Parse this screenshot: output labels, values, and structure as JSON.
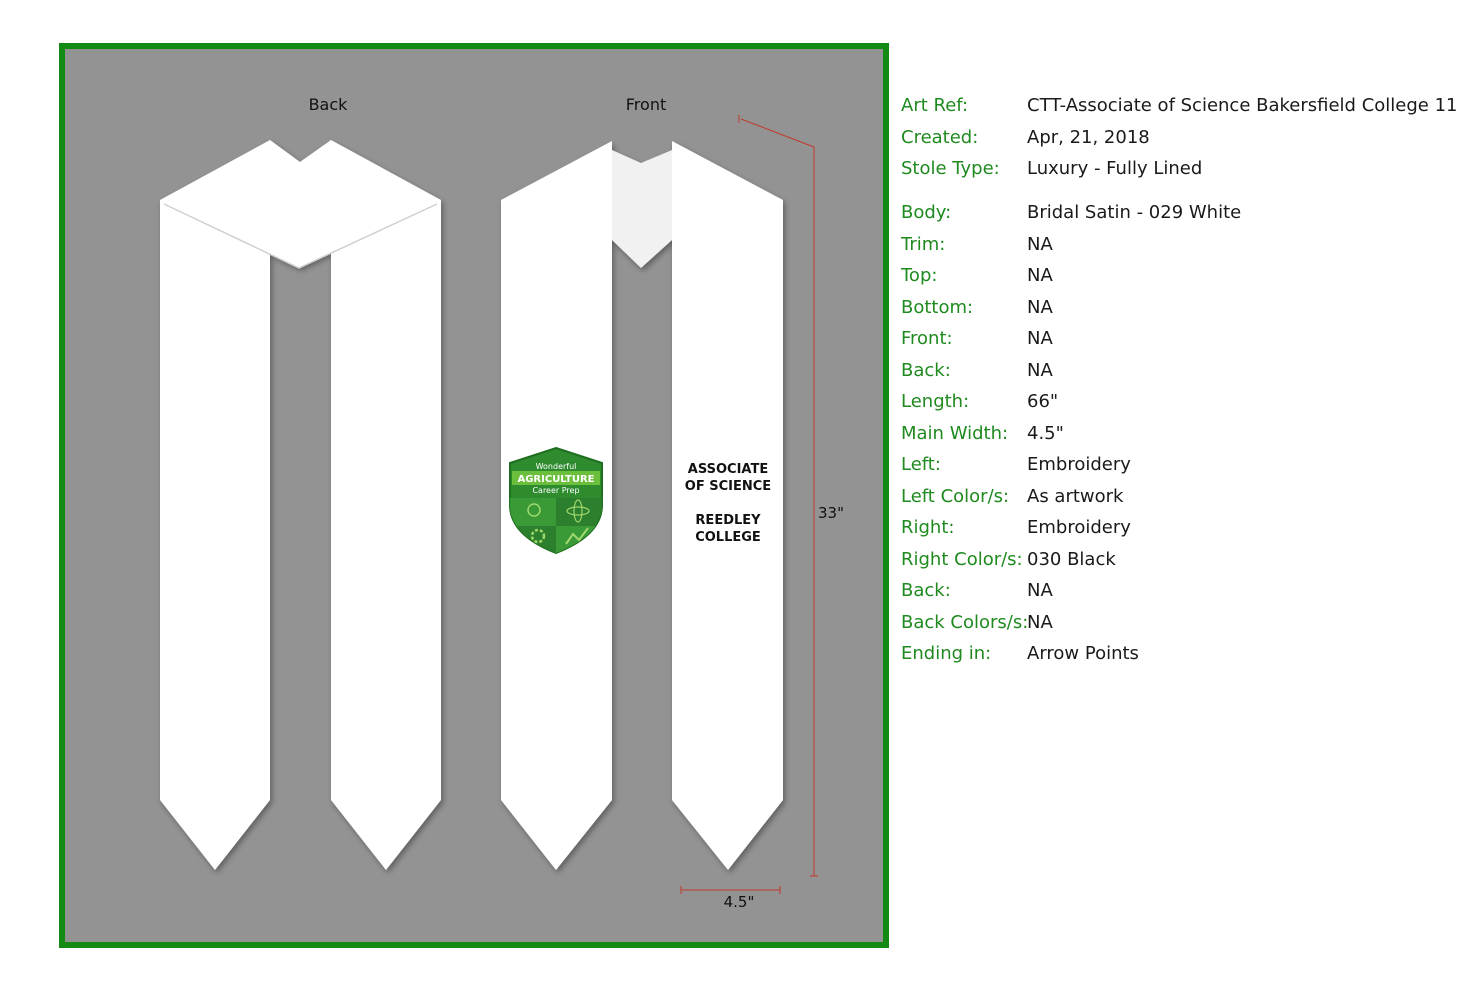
{
  "diagram": {
    "back_label": "Back",
    "front_label": "Front",
    "length_dimension": "33\"",
    "width_dimension": "4.5\"",
    "dimension_color": "#c0392b",
    "frame_color": "#138a13",
    "background_color": "#939393",
    "stole_color": "#ffffff",
    "left_emblem": {
      "type": "logo",
      "line1": "Wonderful",
      "line2": "AGRICULTURE",
      "line3": "Career Prep",
      "primary_color": "#2e8b2e",
      "secondary_color": "#6cbf3c"
    },
    "right_text": {
      "line1": "ASSOCIATE",
      "line2": "OF SCIENCE",
      "line3": "REEDLEY",
      "line4": "COLLEGE"
    }
  },
  "specs": [
    {
      "label": "Art Ref:",
      "value": "CTT-Associate of Science Bakersfield College 11"
    },
    {
      "label": "Created:",
      "value": "Apr, 21, 2018"
    },
    {
      "label": "Stole Type:",
      "value": "Luxury - Fully Lined"
    },
    {
      "label": "Body:",
      "value": "Bridal Satin - 029 White"
    },
    {
      "label": "Trim:",
      "value": "NA"
    },
    {
      "label": "Top:",
      "value": "NA"
    },
    {
      "label": "Bottom:",
      "value": "NA"
    },
    {
      "label": "Front:",
      "value": "NA"
    },
    {
      "label": "Back:",
      "value": "NA"
    },
    {
      "label": "Length:",
      "value": "66\""
    },
    {
      "label": "Main Width:",
      "value": "4.5\""
    },
    {
      "label": "Left:",
      "value": "Embroidery"
    },
    {
      "label": "Left Color/s:",
      "value": "As artwork"
    },
    {
      "label": "Right:",
      "value": "Embroidery"
    },
    {
      "label": "Right Color/s:",
      "value": "030 Black"
    },
    {
      "label": "Back:",
      "value": "NA"
    },
    {
      "label": "Back Colors/s:",
      "value": "NA"
    },
    {
      "label": "Ending in:",
      "value": "Arrow Points"
    }
  ]
}
